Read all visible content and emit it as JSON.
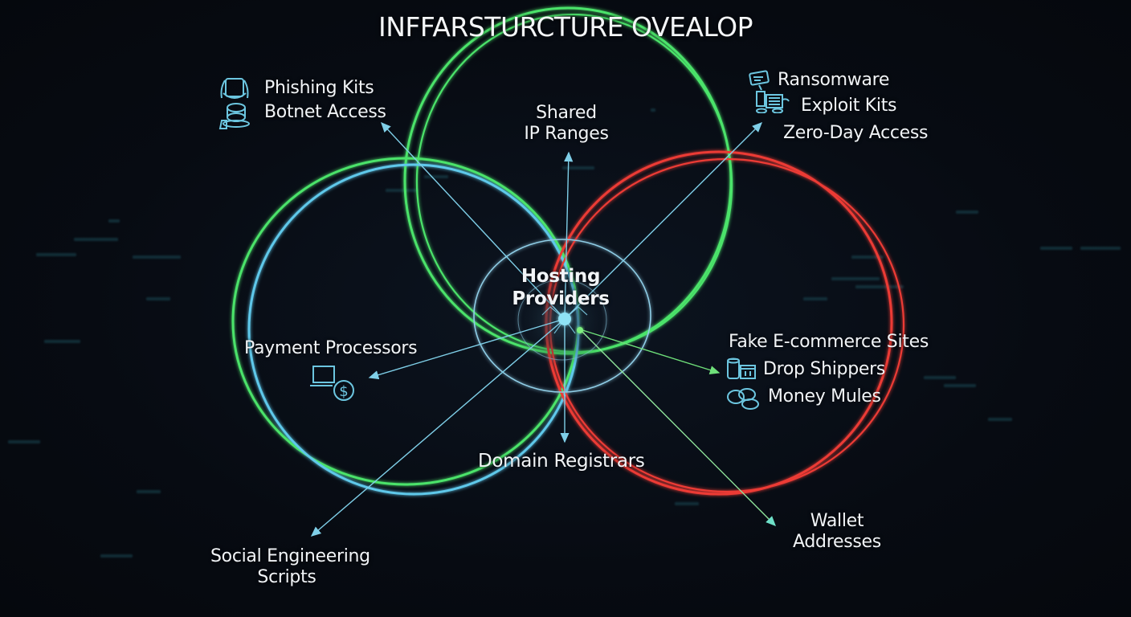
{
  "title": "INFFARSTURCTURE OVEALOP",
  "colors": {
    "background": "#070b12",
    "green": "#4be36a",
    "blue": "#5ec8ea",
    "red": "#ec3b35",
    "thin_blue": "#8fcde6",
    "arrow_green": "#6fe07a",
    "text": "#f1f4f7"
  },
  "hub": {
    "label_line1": "Hosting",
    "label_line2": "Providers"
  },
  "nodes": {
    "shared_ip": {
      "line1": "Shared",
      "line2": "IP Ranges"
    },
    "top_left": {
      "item1": "Phishing Kits",
      "item2": "Botnet Access",
      "icon": "headset-stack-icon"
    },
    "top_right": {
      "item1": "Ransomware",
      "item2": "Exploit Kits",
      "item3": "Zero-Day Access",
      "icon": "ransomware-cart-icon"
    },
    "payment": {
      "label": "Payment Processors",
      "icon": "laptop-dollar-icon"
    },
    "ecommerce": {
      "item1": "Fake E-commerce Sites",
      "item2": "Drop Shippers",
      "item3": "Money Mules",
      "icon_drop": "store-box-icon",
      "icon_mules": "coins-icon"
    },
    "domain": {
      "label": "Domain Registrars"
    },
    "social": {
      "line1": "Social Engineering",
      "line2": "Scripts"
    },
    "wallet": {
      "line1": "Wallet",
      "line2": "Addresses"
    }
  },
  "circles": [
    {
      "name": "green-top",
      "color": "green"
    },
    {
      "name": "green-left",
      "color": "green"
    },
    {
      "name": "blue-left",
      "color": "blue"
    },
    {
      "name": "red-right",
      "color": "red"
    },
    {
      "name": "hub-ring",
      "color": "thin_blue"
    }
  ]
}
